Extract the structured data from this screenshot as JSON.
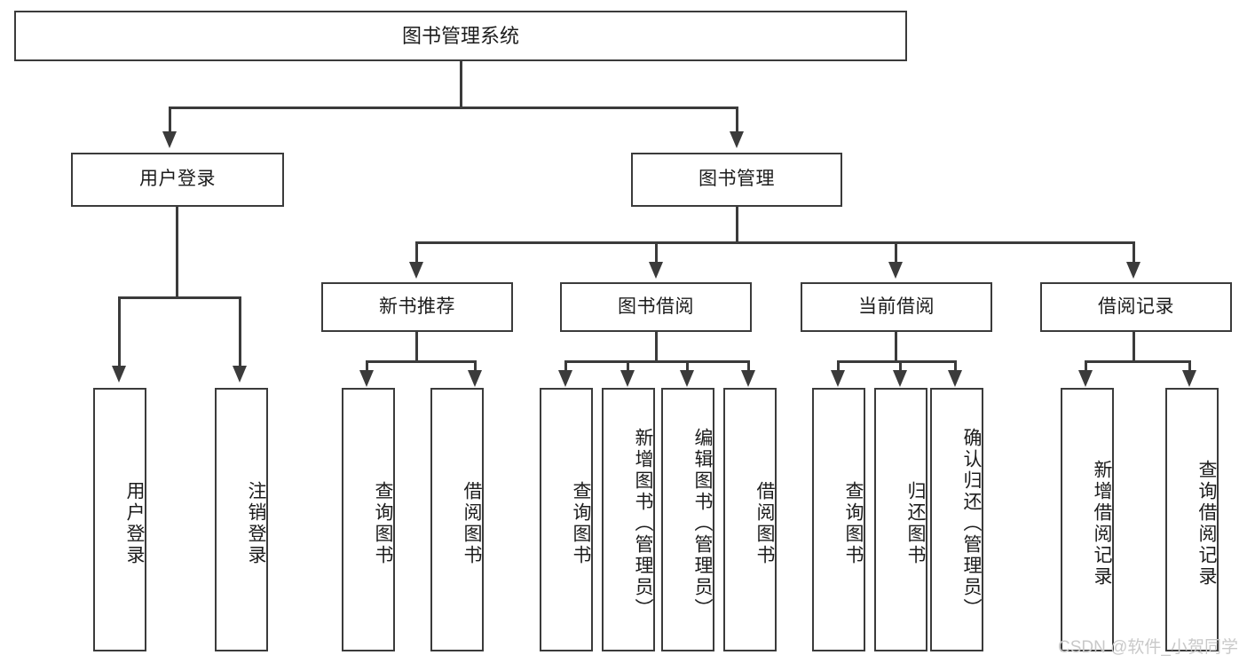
{
  "diagram": {
    "title": "图书管理系统",
    "root": {
      "label": "图书管理系统"
    },
    "level2": [
      {
        "label": "用户登录"
      },
      {
        "label": "图书管理"
      }
    ],
    "level3": [
      {
        "label": "新书推荐"
      },
      {
        "label": "图书借阅"
      },
      {
        "label": "当前借阅"
      },
      {
        "label": "借阅记录"
      }
    ],
    "leaves": {
      "user_login": [
        {
          "label": "用户登录"
        },
        {
          "label": "注销登录"
        }
      ],
      "new_book_recommend": [
        {
          "label": "查询图书"
        },
        {
          "label": "借阅图书"
        }
      ],
      "book_borrow": [
        {
          "label": "查询图书"
        },
        {
          "label": "新增图书（管理员）"
        },
        {
          "label": "编辑图书（管理员）"
        },
        {
          "label": "借阅图书"
        }
      ],
      "current_borrow": [
        {
          "label": "查询图书"
        },
        {
          "label": "归还图书"
        },
        {
          "label": "确认归还（管理员）"
        }
      ],
      "borrow_record": [
        {
          "label": "新增借阅记录"
        },
        {
          "label": "查询借阅记录"
        }
      ]
    }
  },
  "watermark": {
    "text": "CSDN @软件_小贺同学"
  },
  "colors": {
    "stroke": "#3b3b3b",
    "text": "#1c1c1c",
    "background": "#ffffff",
    "watermark": "#c9c9c9"
  }
}
